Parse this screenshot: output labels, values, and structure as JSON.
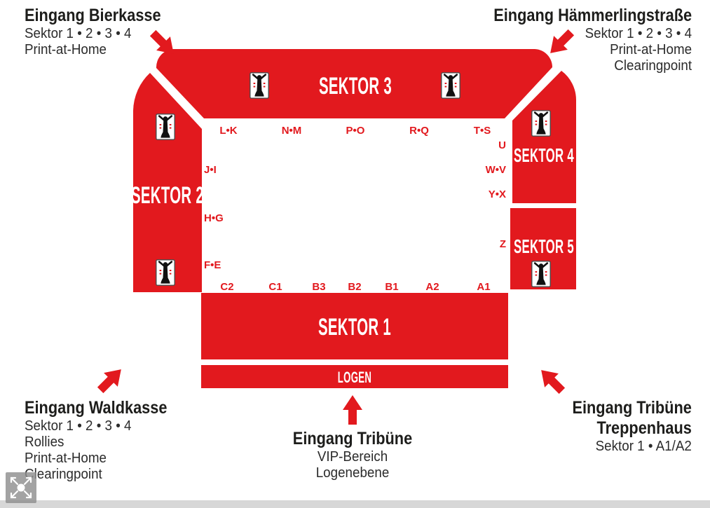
{
  "colors": {
    "red": "#e2191e",
    "title_text": "#1d1d1b",
    "sub_text": "#2b2b2b",
    "gray_bar": "#d7d7d7",
    "pan_gray": "#8f8f8f"
  },
  "entrances": {
    "top_left": {
      "title": "Eingang Bierkasse",
      "lines": [
        "Sektor 1 • 2 • 3 • 4",
        "Print-at-Home"
      ]
    },
    "top_right": {
      "title": "Eingang Hämmerlingstraße",
      "lines": [
        "Sektor 1 • 2 • 3 • 4",
        "Print-at-Home",
        "Clearingpoint"
      ]
    },
    "bottom_left": {
      "title": "Eingang Waldkasse",
      "lines": [
        "Sektor 1 • 2 • 3 • 4",
        "Rollies",
        "Print-at-Home",
        "Clearingpoint"
      ]
    },
    "bottom_center": {
      "title": "Eingang Tribüne",
      "lines": [
        "VIP-Bereich",
        "Logenebene"
      ]
    },
    "bottom_right": {
      "title_lines": [
        "Eingang Tribüne",
        "Treppenhaus"
      ],
      "lines": [
        "Sektor 1 • A1/A2"
      ]
    }
  },
  "sectors": {
    "s1": "SEKTOR 1",
    "s2": "SEKTOR 2",
    "s3": "SEKTOR 3",
    "s4": "SEKTOR 4",
    "s5": "SEKTOR 5",
    "logen": "LOGEN"
  },
  "block_labels": {
    "top": [
      "L•K",
      "N•M",
      "P•O",
      "R•Q",
      "T•S"
    ],
    "left": [
      "J•I",
      "H•G",
      "F•E"
    ],
    "right": [
      "U",
      "W•V",
      "Y•X",
      "Z"
    ],
    "bottom": [
      "C2",
      "C1",
      "B3",
      "B2",
      "B1",
      "A2",
      "A1"
    ]
  },
  "icons": {
    "statue": "raised-arms-figure-icon",
    "pan": "pan-move-control"
  }
}
